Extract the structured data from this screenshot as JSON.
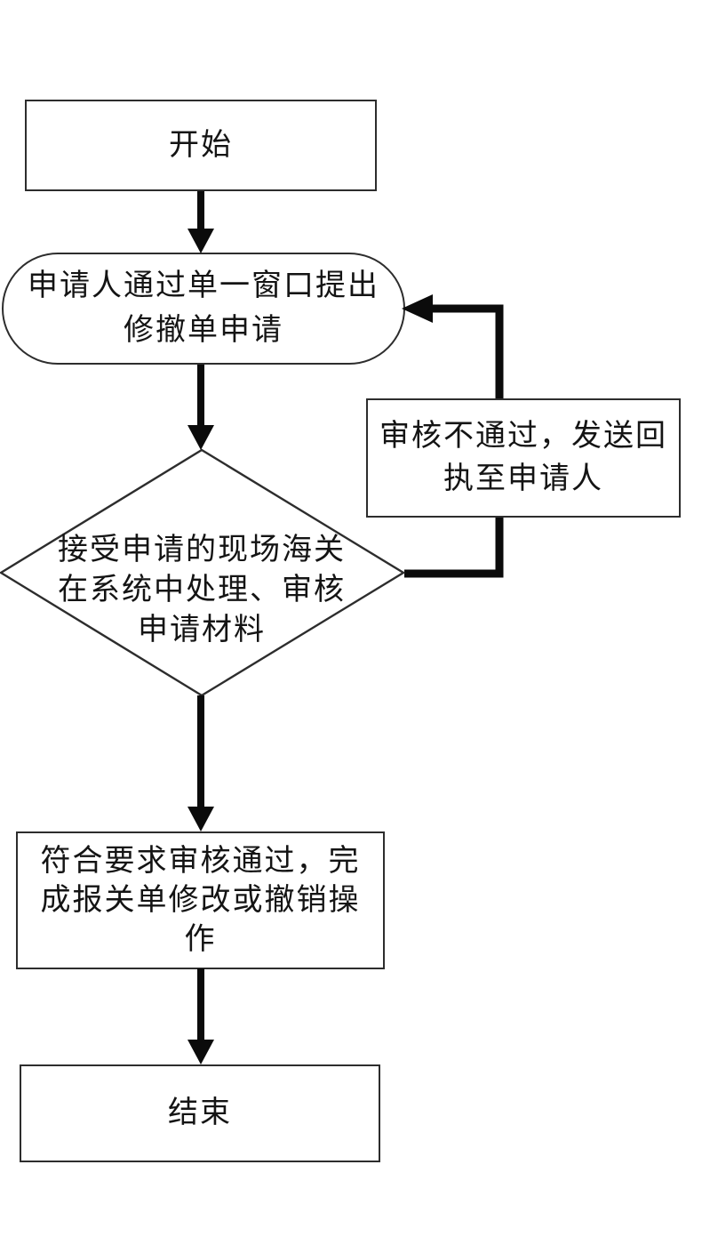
{
  "diagram": {
    "kind": "flowchart",
    "colors": {
      "background": "#ffffff",
      "shape_border": "#2d2d2d",
      "arrow": "#0b0b0b",
      "text": "#141414"
    },
    "nodes": {
      "start": {
        "shape": "rectangle",
        "label": "开始"
      },
      "apply": {
        "shape": "stadium",
        "label": "申请人通过单一窗口提出修撤单申请",
        "lines": [
          "申请人通过单一窗口提出",
          "修撤单申请"
        ]
      },
      "review": {
        "shape": "diamond",
        "label": "接受申请的现场海关在系统中处理、审核申请材料",
        "lines": [
          "接受申请的现场海关",
          "在系统中处理、审核",
          "申请材料"
        ]
      },
      "reject": {
        "shape": "rectangle",
        "label": "审核不通过，发送回执至申请人",
        "lines": [
          "审核不通过，发送回",
          "执至申请人"
        ]
      },
      "approve": {
        "shape": "rectangle",
        "label": "符合要求审核通过，完成报关单修改或撤销操作",
        "lines": [
          "符合要求审核通过，完",
          "成报关单修改或撤销操",
          "作"
        ]
      },
      "end": {
        "shape": "rectangle",
        "label": "结束"
      }
    },
    "edges": [
      {
        "from": "start",
        "to": "apply"
      },
      {
        "from": "apply",
        "to": "review"
      },
      {
        "from": "review",
        "to": "approve"
      },
      {
        "from": "approve",
        "to": "end"
      },
      {
        "from": "review",
        "to": "apply",
        "via": "reject",
        "style": "feedback-loop"
      }
    ]
  }
}
